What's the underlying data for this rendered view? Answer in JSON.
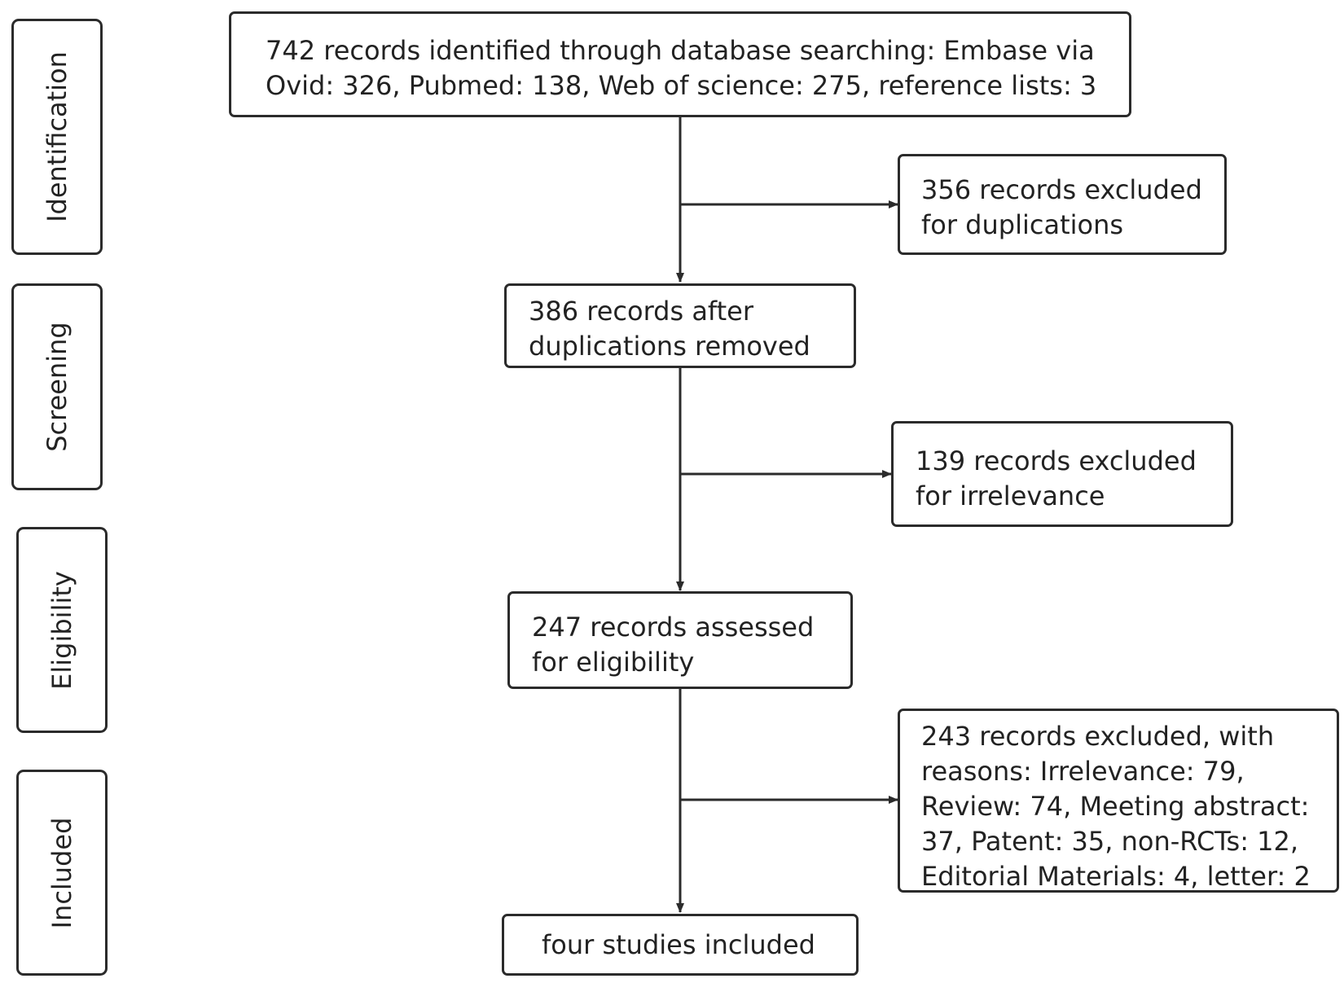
{
  "stages": {
    "identification": "Identification",
    "screening": "Screening",
    "eligibility": "Eligibility",
    "included": "Included"
  },
  "boxes": {
    "identified": {
      "line1": "742 records identified through database searching: Embase via",
      "line2": "Ovid: 326, Pubmed: 138,  Web of science: 275, reference lists: 3"
    },
    "excluded_duplications": {
      "line1": "356 records excluded",
      "line2": "for duplications"
    },
    "after_duplications": {
      "line1": "386 records after",
      "line2": "duplications removed"
    },
    "excluded_irrelevance": {
      "line1": "139 records excluded",
      "line2": "for irrelevance"
    },
    "assessed_eligibility": {
      "line1": "247 records assessed",
      "line2": "for eligibility"
    },
    "excluded_reasons": {
      "line1": "243 records excluded, with",
      "line2": "reasons: Irrelevance: 79,",
      "line3": "Review: 74, Meeting abstract:",
      "line4": "37, Patent: 35, non-RCTs: 12,",
      "line5": "Editorial Materials: 4, letter: 2"
    },
    "included": {
      "line1": "four studies included"
    }
  },
  "colors": {
    "line": "#2b2b2b",
    "text": "#222222",
    "background": "#ffffff"
  }
}
